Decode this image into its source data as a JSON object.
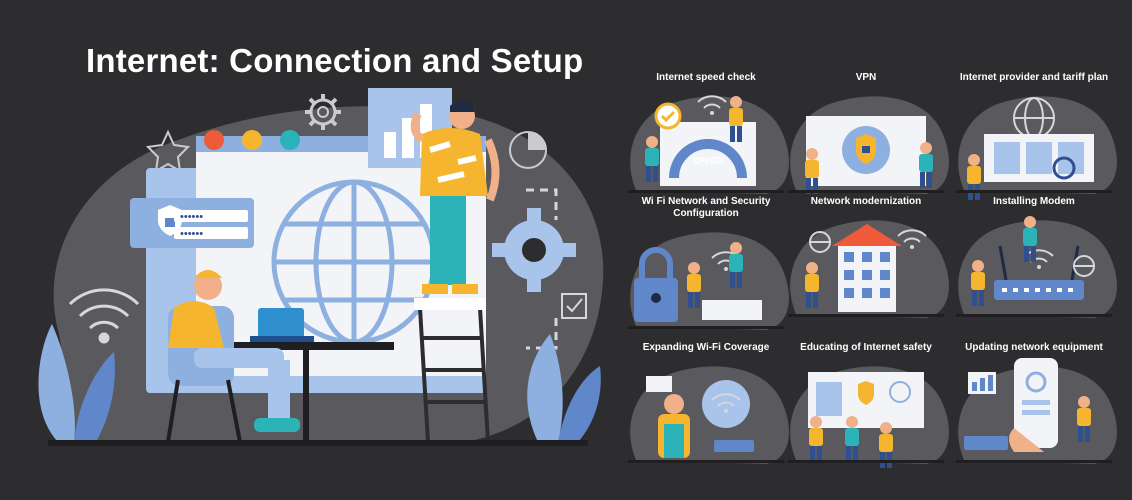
{
  "title": "Internet: Connection and Setup",
  "hero": {
    "password_field_1": "••••••",
    "password_field_2": "••••••"
  },
  "tiles": [
    {
      "label": "Internet speed check",
      "badge": "SPEED",
      "icon": "speedometer"
    },
    {
      "label": "VPN",
      "badge": "",
      "icon": "shield-lock"
    },
    {
      "label": "Internet provider and tariff plan",
      "badge": "",
      "icon": "globe-plans"
    },
    {
      "label": "Wi Fi Network and Security Configuration",
      "badge": "",
      "icon": "padlock-wifi"
    },
    {
      "label": "Network modernization",
      "badge": "",
      "icon": "building"
    },
    {
      "label": "Installing Modem",
      "badge": "",
      "icon": "router"
    },
    {
      "label": "Expanding Wi-Fi Coverage",
      "badge": "",
      "icon": "wifi-expand"
    },
    {
      "label": "Educating of Internet safety",
      "badge": "",
      "icon": "classroom"
    },
    {
      "label": "Updating network equipment",
      "badge": "",
      "icon": "phone-update"
    }
  ],
  "colors": {
    "background": "#2d2d2f",
    "blob": "#5a5a5e",
    "blue_light": "#a9c4ea",
    "blue_mid": "#5f87c9",
    "blue_dark": "#2f4f8f",
    "yellow": "#f5b52e",
    "teal": "#2bb3b8",
    "red": "#ee5a3a",
    "orange": "#f49c2a"
  }
}
